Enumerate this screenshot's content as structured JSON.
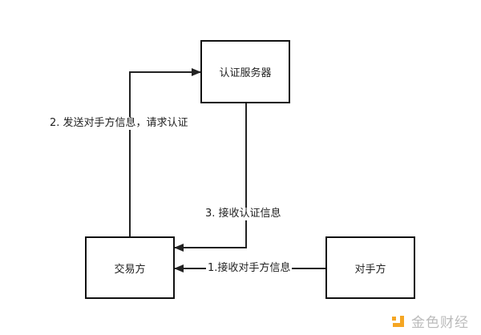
{
  "nodes": {
    "auth_server": "认证服务器",
    "trader": "交易方",
    "counterparty": "对手方"
  },
  "edges": {
    "step1": "1.接收对手方信息",
    "step2": "2. 发送对手方信息，请求认证",
    "step3": "3. 接收认证信息"
  },
  "watermark": {
    "text": "金色财经",
    "logo_color": "#f5a623"
  }
}
